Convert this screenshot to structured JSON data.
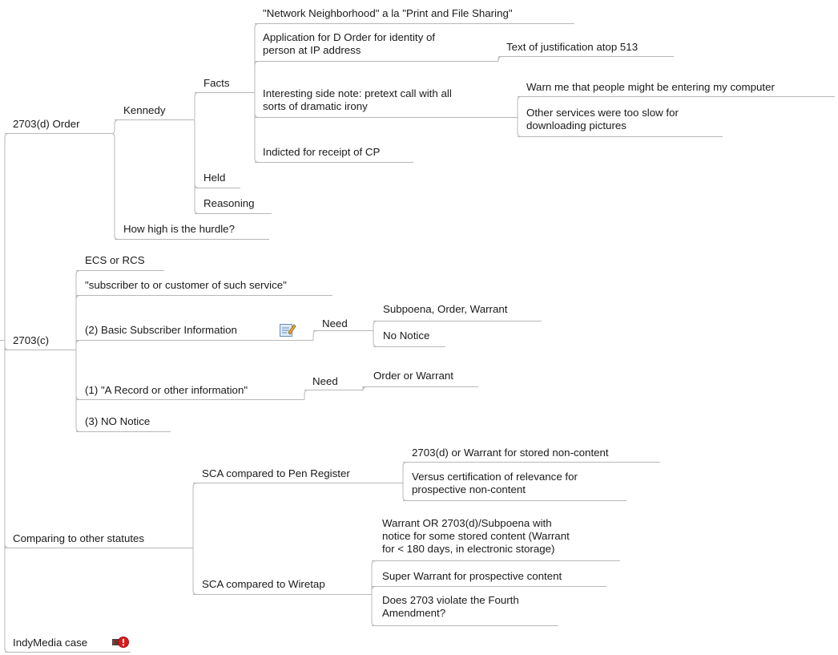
{
  "mindmap": {
    "nodes": [
      {
        "id": "n2703d",
        "label": "2703(d) Order"
      },
      {
        "id": "kennedy",
        "label": "Kennedy"
      },
      {
        "id": "facts",
        "label": "Facts"
      },
      {
        "id": "netneigh",
        "label": "\"Network Neighborhood\" a la \"Print and File Sharing\""
      },
      {
        "id": "appD",
        "label": "Application for D Order for identity of\nperson at IP address"
      },
      {
        "id": "justif",
        "label": "Text of justification atop 513"
      },
      {
        "id": "sidenote",
        "label": "Interesting side note: pretext call with all\nsorts of dramatic irony"
      },
      {
        "id": "warnme",
        "label": "Warn me that people might be entering my computer"
      },
      {
        "id": "otherserv",
        "label": "Other services were too slow for\ndownloading pictures"
      },
      {
        "id": "indicted",
        "label": "Indicted for receipt of CP"
      },
      {
        "id": "held",
        "label": "Held"
      },
      {
        "id": "reasoning",
        "label": "Reasoning"
      },
      {
        "id": "hurdle",
        "label": "How high is the hurdle?"
      },
      {
        "id": "n2703c",
        "label": "2703(c)"
      },
      {
        "id": "ecs",
        "label": "ECS or RCS"
      },
      {
        "id": "subscriber",
        "label": "\"subscriber to or customer of such service\""
      },
      {
        "id": "basic",
        "label": "(2) Basic Subscriber Information"
      },
      {
        "id": "need1",
        "label": "Need"
      },
      {
        "id": "subpoena",
        "label": "Subpoena, Order, Warrant"
      },
      {
        "id": "nonotice1",
        "label": "No Notice"
      },
      {
        "id": "record",
        "label": "(1) \"A Record or other information\""
      },
      {
        "id": "need2",
        "label": "Need"
      },
      {
        "id": "orderwarrant",
        "label": "Order or Warrant"
      },
      {
        "id": "nonotice3",
        "label": "(3) NO Notice"
      },
      {
        "id": "comparing",
        "label": "Comparing to other statutes"
      },
      {
        "id": "penreg",
        "label": "SCA compared to Pen Register"
      },
      {
        "id": "stored",
        "label": "2703(d) or Warrant for stored non-content"
      },
      {
        "id": "versus",
        "label": "Versus certification of relevance for\nprospective non-content"
      },
      {
        "id": "wiretap",
        "label": "SCA compared to Wiretap"
      },
      {
        "id": "warrantor",
        "label": "Warrant OR 2703(d)/Subpoena with\nnotice for some stored content (Warrant\nfor < 180 days, in electronic storage)"
      },
      {
        "id": "superw",
        "label": "Super Warrant for prospective content"
      },
      {
        "id": "violate",
        "label": "Does 2703 violate the Fourth\nAmendment?"
      },
      {
        "id": "indymedia",
        "label": "IndyMedia case"
      }
    ],
    "icons": {
      "basic": "note-icon",
      "indymedia": "warning-flag-icon"
    },
    "colors": {
      "line": "#b8b8b8",
      "text": "#1a1a1a"
    }
  }
}
